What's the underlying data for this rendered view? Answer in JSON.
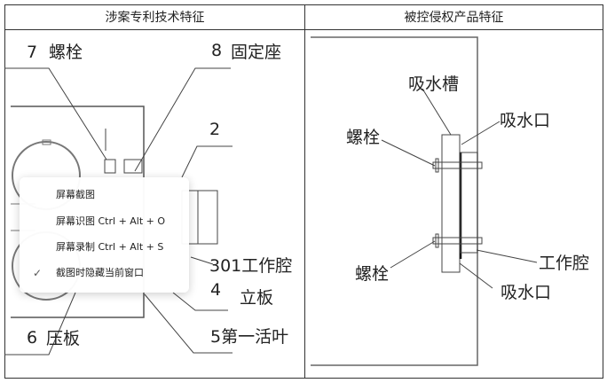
{
  "table": {
    "headers": [
      "涉案专利技术特征",
      "被控侵权产品特征"
    ]
  },
  "left_drawing": {
    "labels": {
      "n7": "7",
      "bolt": "螺栓",
      "n8": "8",
      "fixed_seat": "固定座",
      "n2": "2",
      "work_cavity": "301工作腔",
      "n4": "4",
      "vertical_plate": "立板",
      "n6": "6",
      "press_plate": "压板",
      "first_hinge": "5第一活叶"
    }
  },
  "right_drawing": {
    "labels": {
      "suction_groove": "吸水槽",
      "suction_port_top": "吸水口",
      "bolt_top": "螺栓",
      "work_cavity": "工作腔",
      "bolt_bottom": "螺栓",
      "suction_port_bottom": "吸水口"
    }
  },
  "context_menu": {
    "items": [
      {
        "label": "屏幕截图",
        "checked": false
      },
      {
        "label": "屏幕识图 Ctrl + Alt + O",
        "checked": false
      },
      {
        "label": "屏幕录制 Ctrl + Alt + S",
        "checked": false
      },
      {
        "label": "截图时隐藏当前窗口",
        "checked": true
      }
    ],
    "check_icon": "✓"
  }
}
